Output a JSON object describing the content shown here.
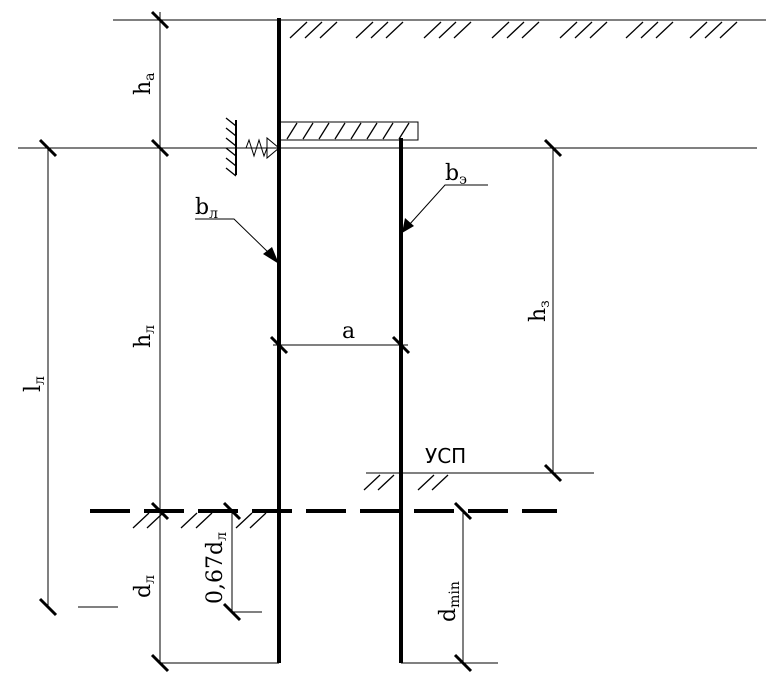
{
  "labels": {
    "h_a": {
      "base": "h",
      "sub": "a"
    },
    "h_l": {
      "base": "h",
      "sub": "л"
    },
    "l_l": {
      "base": "l",
      "sub": "л"
    },
    "d_l": {
      "base": "d",
      "sub": "л"
    },
    "d_067": {
      "base": "0,67d",
      "sub": "л"
    },
    "b_l": {
      "base": "b",
      "sub": "л"
    },
    "b_e": {
      "base": "b",
      "sub": "э"
    },
    "a": "a",
    "h_z": {
      "base": "h",
      "sub": "з"
    },
    "usp": "УСП",
    "d_min": {
      "base": "d",
      "sub": "min"
    }
  }
}
